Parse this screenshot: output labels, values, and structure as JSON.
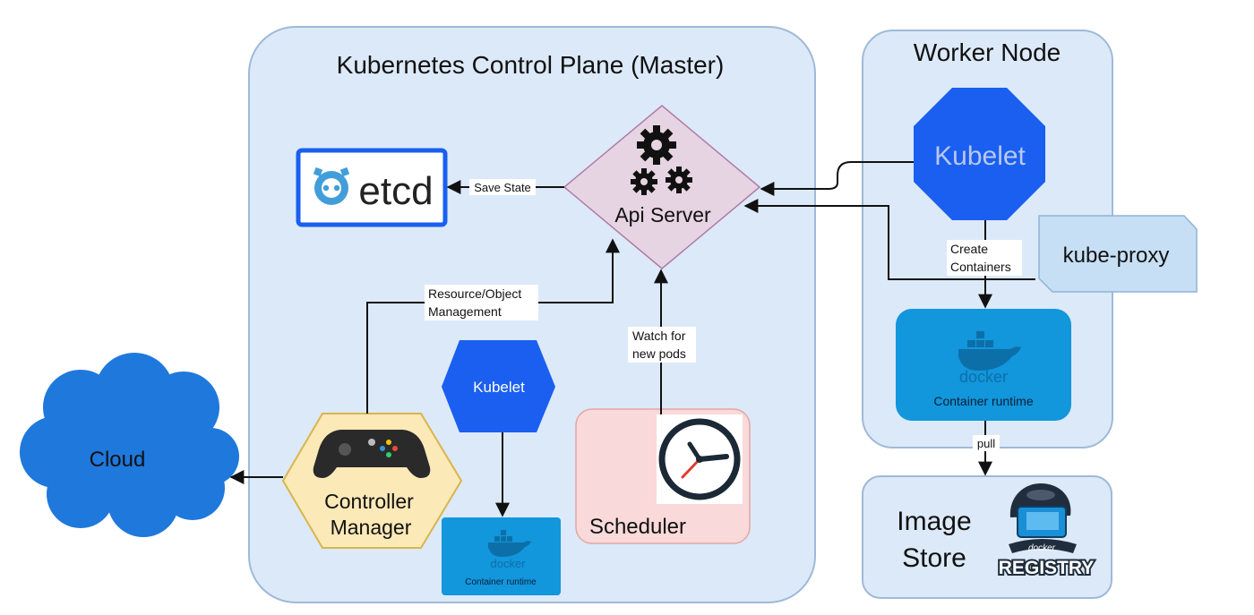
{
  "control_plane": {
    "title": "Kubernetes Control Plane (Master)"
  },
  "worker_node": {
    "title": "Worker Node"
  },
  "etcd": {
    "label": "etcd"
  },
  "api_server": {
    "label": "Api Server"
  },
  "kubelet_worker": {
    "label": "Kubelet"
  },
  "kubelet_master": {
    "label": "Kubelet"
  },
  "kube_proxy": {
    "label": "kube-proxy"
  },
  "docker_worker": {
    "brand": "docker",
    "caption": "Container runtime"
  },
  "docker_master": {
    "brand": "docker",
    "caption": "Container runtime"
  },
  "controller_manager": {
    "line1": "Controller",
    "line2": "Manager"
  },
  "scheduler": {
    "label": "Scheduler"
  },
  "cloud": {
    "label": "Cloud"
  },
  "image_store": {
    "line1": "Image",
    "line2": "Store"
  },
  "registry": {
    "brand": "docker",
    "label": "REGISTRY"
  },
  "edges": {
    "save_state": "Save State",
    "resource_l1": "Resource/Object",
    "resource_l2": "Management",
    "watch_l1": "Watch for",
    "watch_l2": "new pods",
    "create_l1": "Create",
    "create_l2": "Containers",
    "pull": "pull"
  },
  "colors": {
    "panel_fill": "#dce9f8",
    "panel_stroke": "#9fb9d8",
    "kubelet_blue": "#1a5ff0",
    "docker_blue": "#1296dc",
    "api_fill": "#e6d4e2",
    "scheduler_fill": "#f9d9d9",
    "controller_fill": "#fbe9b7",
    "cloud_blue": "#1f78dc"
  }
}
